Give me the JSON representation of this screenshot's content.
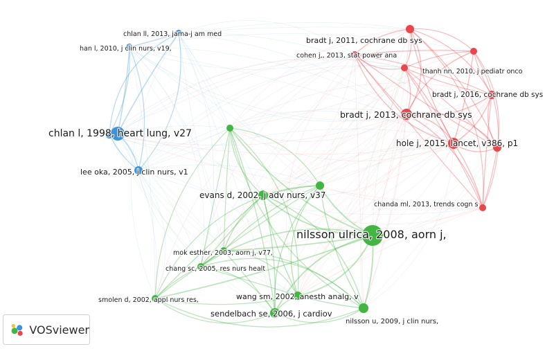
{
  "colors": {
    "cluster_1": "#e8474b",
    "cluster_2": "#43b543",
    "cluster_3": "#3f93d8"
  },
  "brand": {
    "name": "VOSviewer",
    "icon": "vosviewer-logo-icon"
  },
  "nodes": [
    {
      "id": "chlan2013",
      "label": "chlan ll, 2013, jama-j am med",
      "cluster": 3
    },
    {
      "id": "han2010",
      "label": "han l, 2010, j clin nurs, v19,",
      "cluster": 3
    },
    {
      "id": "chlan1998",
      "label": "chlan l, 1998, heart lung, v27",
      "cluster": 3
    },
    {
      "id": "leeoka2005",
      "label": "lee oka, 2005, j clin nurs, v1",
      "cluster": 3
    },
    {
      "id": "bradt2011",
      "label": "bradt j, 2011, cochrane db sys",
      "cluster": 1
    },
    {
      "id": "cohen2013",
      "label": "cohen j,, 2013, stat power ana",
      "cluster": 1
    },
    {
      "id": "thanh2010",
      "label": "thanh nn, 2010, j pediatr onco",
      "cluster": 1
    },
    {
      "id": "bradt2016",
      "label": "bradt j, 2016, cochrane db sys",
      "cluster": 1
    },
    {
      "id": "bradt2013",
      "label": "bradt j, 2013, cochrane db sys",
      "cluster": 1
    },
    {
      "id": "hole2015",
      "label": "hole j, 2015, lancet, v386, p1",
      "cluster": 1
    },
    {
      "id": "chanda2013",
      "label": "chanda ml, 2013, trends cogn s",
      "cluster": 1
    },
    {
      "id": "evans2002",
      "label": "evans d, 2002, j adv nurs, v37",
      "cluster": 2
    },
    {
      "id": "nilsson2008",
      "label": "nilsson ulrica, 2008, aorn j,",
      "cluster": 2
    },
    {
      "id": "mok2003",
      "label": "mok esther, 2003, aorn j, v77,",
      "cluster": 2
    },
    {
      "id": "chang2005",
      "label": "chang sc, 2005, res nurs healt",
      "cluster": 2
    },
    {
      "id": "smolen2002",
      "label": "smolen d, 2002, appl nurs res,",
      "cluster": 2
    },
    {
      "id": "wang2002",
      "label": "wang sm, 2002, anesth analg, v",
      "cluster": 2
    },
    {
      "id": "sendelbach2006",
      "label": "sendelbach se, 2006, j cardiov",
      "cluster": 2
    },
    {
      "id": "nilssonu2009",
      "label": "nilsson u, 2009, j clin nurs,",
      "cluster": 2
    },
    {
      "id": "green_hub_a",
      "label": "",
      "cluster": 2
    },
    {
      "id": "green_hub_b",
      "label": "",
      "cluster": 2
    },
    {
      "id": "red_small",
      "label": "",
      "cluster": 1
    },
    {
      "id": "red_right",
      "label": "",
      "cluster": 1
    },
    {
      "id": "blue_small",
      "label": "",
      "cluster": 3
    }
  ]
}
